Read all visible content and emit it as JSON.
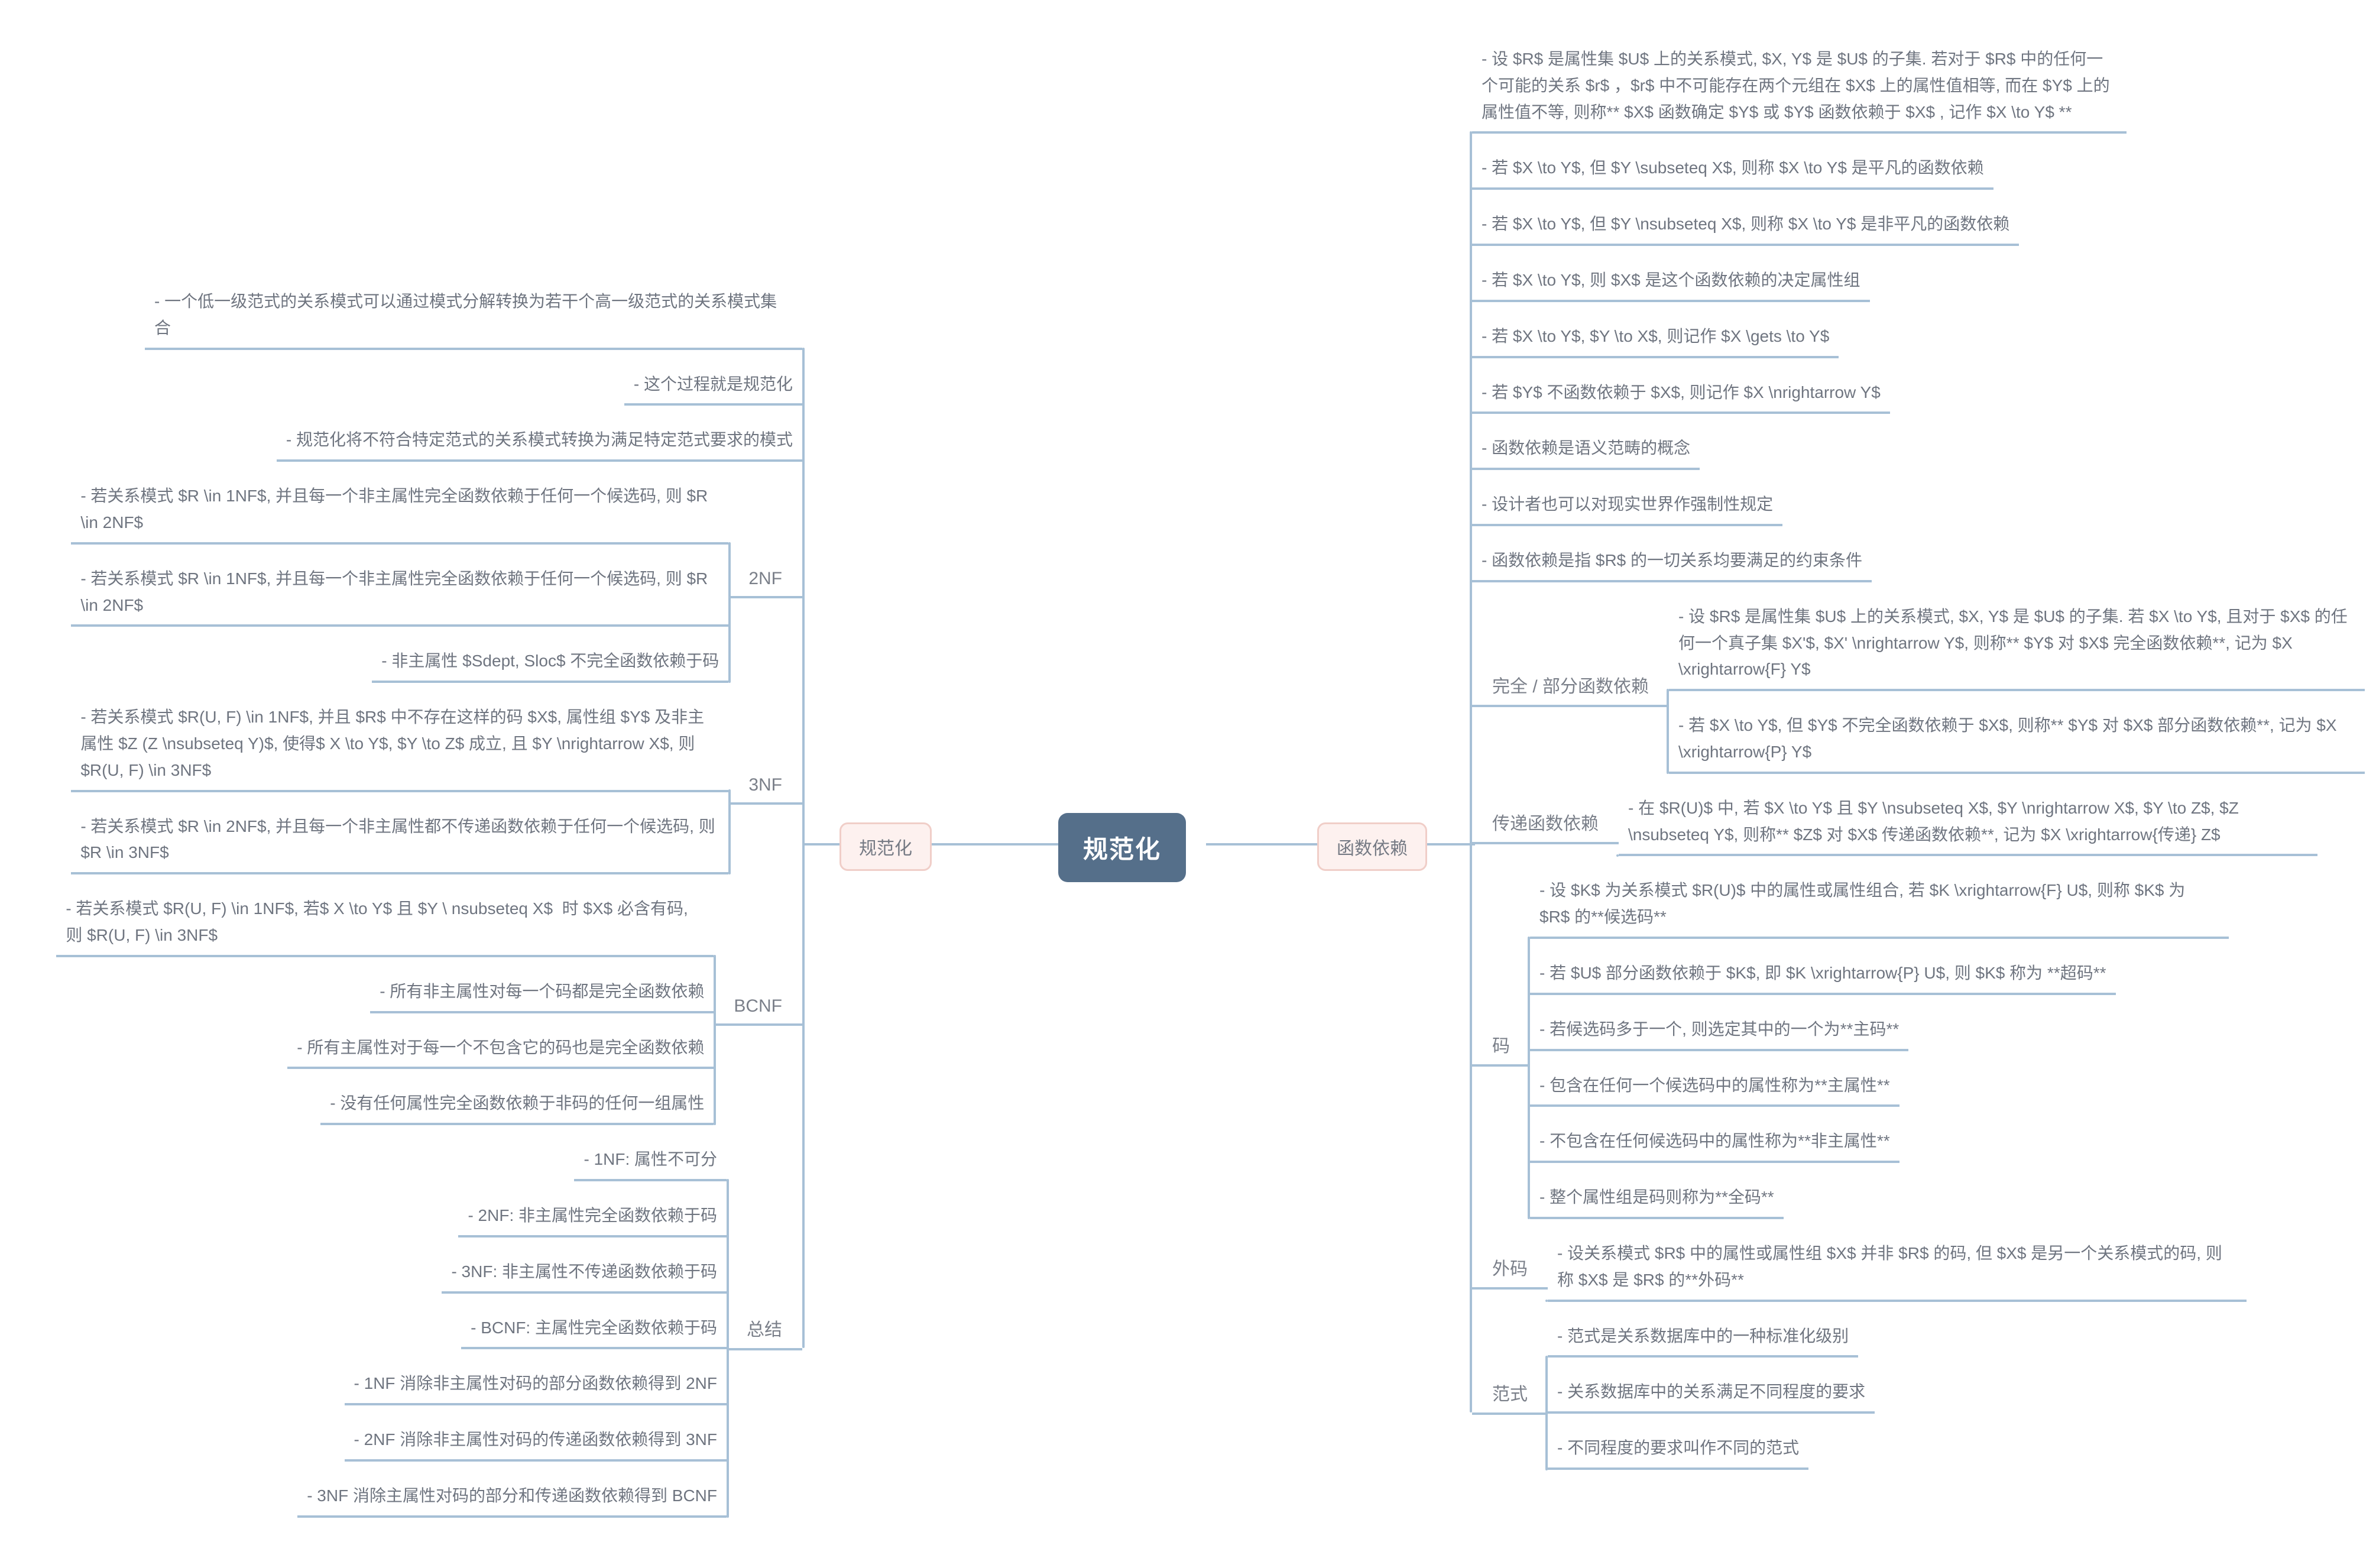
{
  "colors": {
    "connector_line": "#a7c0d6",
    "text": "#6f7580",
    "center_node_bg": "#556f8a",
    "center_node_text": "#ffffff",
    "branch_node_bg": "#fdf1ef",
    "branch_node_border": "#f0cec8"
  },
  "center": {
    "label": "规范化"
  },
  "left_branch": {
    "label": "规范化",
    "children": [
      {
        "text": "- 一个低一级范式的关系模式可以通过模式分解转换为若干个高一级范式的关系模式集合"
      },
      {
        "text": "- 这个过程就是规范化"
      },
      {
        "text": "- 规范化将不符合特定范式的关系模式转换为满足特定范式要求的模式"
      },
      {
        "label": "2NF",
        "children": [
          {
            "text": "- 若关系模式 $R \\in 1NF$, 并且每一个非主属性完全函数依赖于任何一个候选码, 则 $R \\in 2NF$"
          },
          {
            "text": "- 若关系模式 $R \\in 1NF$, 并且每一个非主属性完全函数依赖于任何一个候选码, 则 $R \\in 2NF$"
          },
          {
            "text": "- 非主属性 $Sdept, Sloc$ 不完全函数依赖于码"
          }
        ]
      },
      {
        "label": "3NF",
        "children": [
          {
            "text": "- 若关系模式 $R(U, F) \\in 1NF$, 并且 $R$ 中不存在这样的码 $X$, 属性组 $Y$ 及非主属性 $Z (Z \\nsubseteq Y)$, 使得$ X \\to Y$, $Y \\to Z$ 成立, 且 $Y \\nrightarrow X$, 则 $R(U, F) \\in 3NF$"
          },
          {
            "text": "- 若关系模式 $R \\in 2NF$, 并且每一个非主属性都不传递函数依赖于任何一个候选码, 则 $R \\in 3NF$"
          }
        ]
      },
      {
        "label": "BCNF",
        "children": [
          {
            "text": "- 若关系模式 $R(U, F) \\in 1NF$, 若$ X \\to Y$ 且 $Y \\ nsubseteq X$  时 $X$ 必含有码, 则 $R(U, F) \\in 3NF$"
          },
          {
            "text": "- 所有非主属性对每一个码都是完全函数依赖"
          },
          {
            "text": "- 所有主属性对于每一个不包含它的码也是完全函数依赖"
          },
          {
            "text": "- 没有任何属性完全函数依赖于非码的任何一组属性"
          }
        ]
      },
      {
        "label": "总结",
        "children": [
          {
            "text": "- 1NF: 属性不可分"
          },
          {
            "text": "- 2NF: 非主属性完全函数依赖于码"
          },
          {
            "text": "- 3NF: 非主属性不传递函数依赖于码"
          },
          {
            "text": "- BCNF: 主属性完全函数依赖于码"
          },
          {
            "text": "- 1NF 消除非主属性对码的部分函数依赖得到 2NF"
          },
          {
            "text": "- 2NF 消除非主属性对码的传递函数依赖得到 3NF"
          },
          {
            "text": "- 3NF 消除主属性对码的部分和传递函数依赖得到 BCNF"
          }
        ]
      }
    ]
  },
  "right_branch": {
    "label": "函数依赖",
    "children": [
      {
        "text": "- 设 $R$ 是属性集 $U$ 上的关系模式, $X, Y$ 是 $U$ 的子集. 若对于 $R$ 中的任何一个可能的关系 $r$ ，$r$ 中不可能存在两个元组在 $X$ 上的属性值相等, 而在 $Y$ 上的属性值不等, 则称** $X$ 函数确定 $Y$ 或 $Y$ 函数依赖于 $X$ , 记作 $X \\to Y$ **"
      },
      {
        "text": "- 若 $X \\to Y$, 但 $Y \\subseteq X$, 则称 $X \\to Y$ 是平凡的函数依赖"
      },
      {
        "text": "- 若 $X \\to Y$, 但 $Y \\nsubseteq X$, 则称 $X \\to Y$ 是非平凡的函数依赖"
      },
      {
        "text": "- 若 $X \\to Y$, 则 $X$ 是这个函数依赖的决定属性组"
      },
      {
        "text": "- 若 $X \\to Y$, $Y \\to X$, 则记作 $X \\gets \\to Y$"
      },
      {
        "text": "- 若 $Y$ 不函数依赖于 $X$, 则记作 $X \\nrightarrow Y$"
      },
      {
        "text": "- 函数依赖是语义范畴的概念"
      },
      {
        "text": "- 设计者也可以对现实世界作强制性规定"
      },
      {
        "text": "- 函数依赖是指 $R$ 的一切关系均要满足的约束条件"
      },
      {
        "label": "完全 / 部分函数依赖",
        "children": [
          {
            "text": "- 设 $R$ 是属性集 $U$ 上的关系模式, $X, Y$ 是 $U$ 的子集. 若 $X \\to Y$, 且对于 $X$ 的任何一个真子集 $X'$, $X' \\nrightarrow Y$, 则称** $Y$ 对 $X$ 完全函数依赖**, 记为 $X \\xrightarrow{F} Y$"
          },
          {
            "text": "- 若 $X \\to Y$, 但 $Y$ 不完全函数依赖于 $X$, 则称** $Y$ 对 $X$ 部分函数依赖**, 记为 $X \\xrightarrow{P} Y$"
          }
        ]
      },
      {
        "label": "传递函数依赖",
        "children": [
          {
            "text": "- 在 $R(U)$ 中, 若 $X \\to Y$ 且 $Y \\nsubseteq X$, $Y \\nrightarrow X$, $Y \\to Z$, $Z \\nsubseteq Y$, 则称** $Z$ 对 $X$ 传递函数依赖**, 记为 $X \\xrightarrow{传递} Z$"
          }
        ]
      },
      {
        "label": "码",
        "children": [
          {
            "text": "- 设 $K$ 为关系模式 $R(U)$ 中的属性或属性组合, 若 $K \\xrightarrow{F} U$, 则称 $K$ 为 $R$ 的**候选码**"
          },
          {
            "text": "- 若 $U$ 部分函数依赖于 $K$, 即 $K \\xrightarrow{P} U$, 则 $K$ 称为 **超码**"
          },
          {
            "text": "- 若候选码多于一个, 则选定其中的一个为**主码**"
          },
          {
            "text": "- 包含在任何一个候选码中的属性称为**主属性**"
          },
          {
            "text": "- 不包含在任何候选码中的属性称为**非主属性**"
          },
          {
            "text": "- 整个属性组是码则称为**全码**"
          }
        ]
      },
      {
        "label": "外码",
        "children": [
          {
            "text": "- 设关系模式 $R$ 中的属性或属性组 $X$ 并非 $R$ 的码, 但 $X$ 是另一个关系模式的码, 则称 $X$ 是 $R$ 的**外码**"
          }
        ]
      },
      {
        "label": "范式",
        "children": [
          {
            "text": "- 范式是关系数据库中的一种标准化级别"
          },
          {
            "text": "- 关系数据库中的关系满足不同程度的要求"
          },
          {
            "text": "- 不同程度的要求叫作不同的范式"
          }
        ]
      }
    ]
  }
}
